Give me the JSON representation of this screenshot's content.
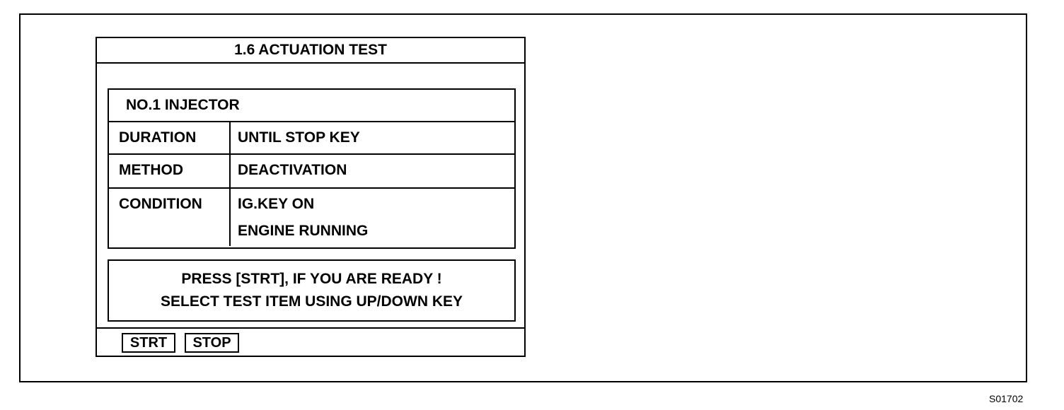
{
  "screen": {
    "title": "1.6 ACTUATION TEST",
    "test_item": "NO.1  INJECTOR",
    "rows": [
      {
        "label": "DURATION",
        "values": [
          "UNTIL  STOP KEY"
        ]
      },
      {
        "label": "METHOD",
        "values": [
          "DEACTIVATION"
        ]
      },
      {
        "label": "CONDITION",
        "values": [
          "IG.KEY  ON",
          "ENGINE  RUNNING"
        ]
      }
    ],
    "message": {
      "line1": "PRESS  [STRT],   IF  YOU  ARE  READY  !",
      "line2": "SELECT TEST ITEM USING UP/DOWN KEY"
    },
    "keys": {
      "start": "STRT",
      "stop": "STOP"
    }
  },
  "figure_id": "S01702"
}
